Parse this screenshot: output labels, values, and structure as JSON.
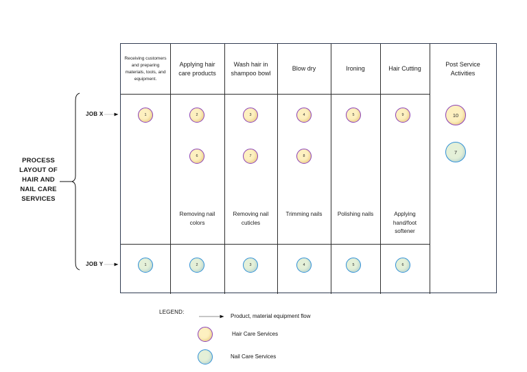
{
  "title": {
    "text": "PROCESS LAYOUT OF HAIR AND NAIL CARE SERVICES",
    "lines": [
      "PROCESS",
      "LAYOUT OF",
      "HAIR AND",
      "NAIL CARE",
      "SERVICES"
    ]
  },
  "rows": {
    "job_x_label": "JOB X",
    "job_y_label": "JOB Y"
  },
  "columns": [
    {
      "id": "col-1",
      "header": "Receiving customers and preparing materials, tools, and equipment.",
      "nail_label": ""
    },
    {
      "id": "col-2",
      "header": "Applying hair care products",
      "nail_label": "Removing nail colors"
    },
    {
      "id": "col-3",
      "header": "Wash hair in shampoo bowl",
      "nail_label": "Removing nail cuticles"
    },
    {
      "id": "col-4",
      "header": "Blow dry",
      "nail_label": "Trimming nails"
    },
    {
      "id": "col-5",
      "header": "Ironing",
      "nail_label": "Polishing nails"
    },
    {
      "id": "col-6",
      "header": "Hair Cutting",
      "nail_label": "Applying hand/foot softener"
    },
    {
      "id": "col-7",
      "header": "Post Service Activities",
      "nail_label": ""
    }
  ],
  "nodes": {
    "job_x_top": [
      "1",
      "2",
      "3",
      "4",
      "5",
      "9"
    ],
    "job_x_mid": [
      "6",
      "7",
      "8"
    ],
    "job_x_post": "10",
    "job_y": [
      "1",
      "2",
      "3",
      "4",
      "5",
      "6"
    ],
    "job_y_post": "7"
  },
  "legend": {
    "title": "LEGEND:",
    "items": [
      {
        "key": "flow-arrow",
        "label": "Product, material equipment flow"
      },
      {
        "key": "hair-node",
        "label": "Hair Care Services"
      },
      {
        "key": "nail-node",
        "label": "Nail Care Services"
      }
    ]
  },
  "colors": {
    "hair_fill": "#fdf0c0",
    "hair_stroke": "#8a3fb5",
    "nail_fill": "#e4f0d8",
    "nail_stroke": "#2f8fd6",
    "grid_stroke": "#2b2b2b",
    "frame_stroke": "#2f3a50",
    "flow_arrow": "#111111",
    "flow_line": "#c9c9c9",
    "diagonal_line": "#707070"
  }
}
